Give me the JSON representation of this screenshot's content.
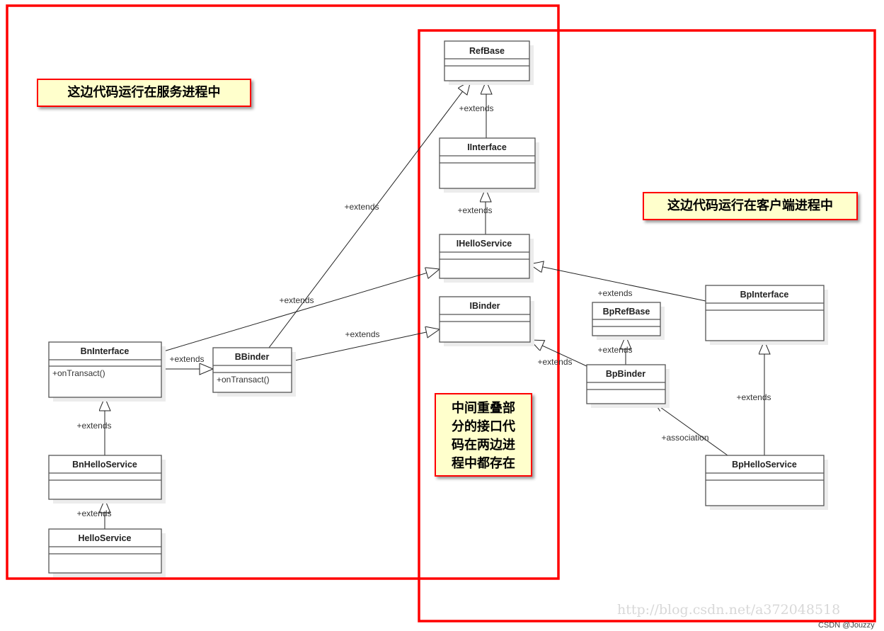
{
  "notes": {
    "server": "这边代码运行在服务进程中",
    "client": "这边代码运行在客户端进程中",
    "shared_lines": [
      "中间重叠部",
      "分的接口代",
      "码在两边进",
      "程中都存在"
    ]
  },
  "classes": {
    "refbase": {
      "name": "RefBase"
    },
    "iinterface": {
      "name": "IInterface"
    },
    "ihelloservice": {
      "name": "IHelloService"
    },
    "ibinder": {
      "name": "IBinder"
    },
    "bninterface": {
      "name": "BnInterface",
      "method": "+onTransact()"
    },
    "bbinder": {
      "name": "BBinder",
      "method": "+onTransact()"
    },
    "bnhelloservice": {
      "name": "BnHelloService"
    },
    "helloservice": {
      "name": "HelloService"
    },
    "bprefbase": {
      "name": "BpRefBase"
    },
    "bpinterface": {
      "name": "BpInterface"
    },
    "bpbinder": {
      "name": "BpBinder"
    },
    "bphelloservice": {
      "name": "BpHelloService"
    }
  },
  "edges": [
    {
      "label": "+extends"
    },
    {
      "label": "+extends"
    },
    {
      "label": "+extends"
    },
    {
      "label": "+extends"
    },
    {
      "label": "+extends"
    },
    {
      "label": "+extends"
    },
    {
      "label": "+extends"
    },
    {
      "label": "+extends"
    },
    {
      "label": "+extends"
    },
    {
      "label": "+extends"
    },
    {
      "label": "+extends"
    },
    {
      "label": "+extends"
    },
    {
      "label": "+association"
    }
  ],
  "watermark": {
    "url": "http://blog.csdn.net/a372048518",
    "credit": "CSDN @Jouzzy"
  }
}
